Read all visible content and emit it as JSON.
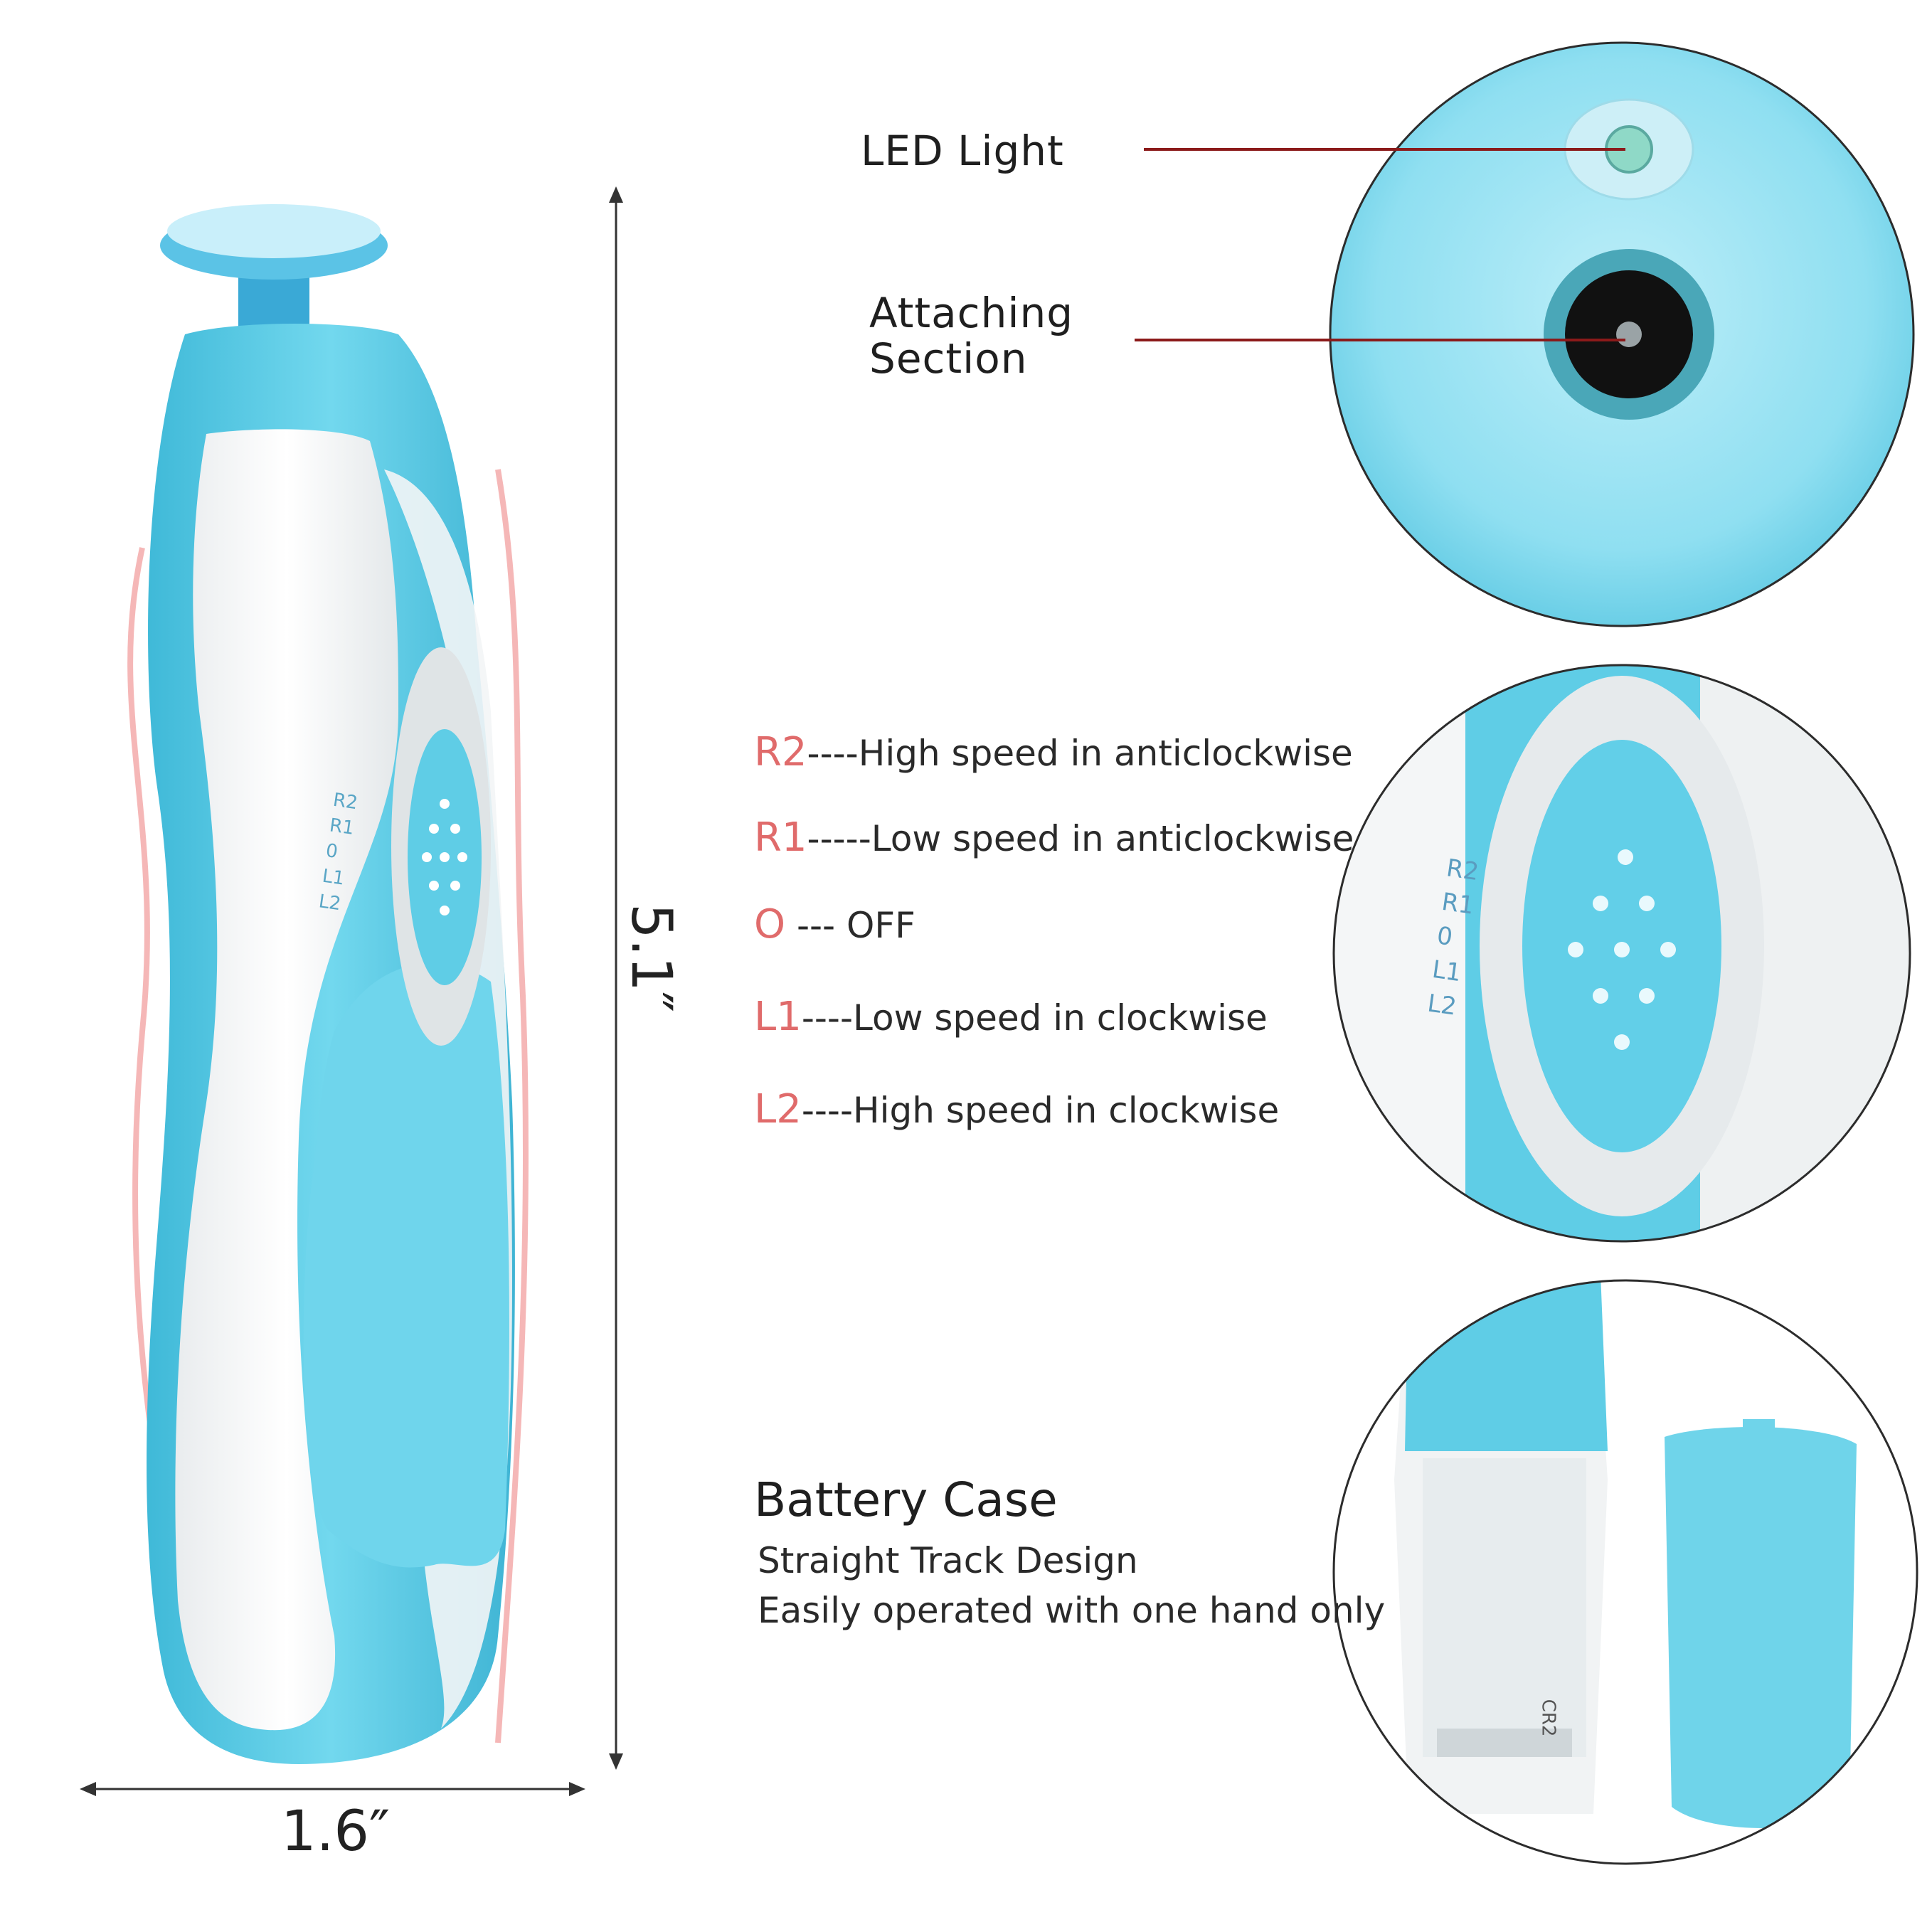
{
  "callouts": {
    "led": "LED Light",
    "attaching_line1": "Attaching",
    "attaching_line2": "Section"
  },
  "modes": [
    {
      "code": "R2",
      "sep": "----",
      "desc": "High speed in anticlockwise"
    },
    {
      "code": "R1",
      "sep": "-----",
      "desc": "Low speed  in anticlockwise"
    },
    {
      "code": "O",
      "sep": " --- ",
      "desc": "OFF"
    },
    {
      "code": "L1",
      "sep": "----",
      "desc": "Low speed  in clockwise"
    },
    {
      "code": "L2",
      "sep": "----",
      "desc": "High speed  in clockwise"
    }
  ],
  "device_switch_labels": [
    "R2",
    "R1",
    "0",
    "L1",
    "L2"
  ],
  "battery": {
    "title": "Battery Case",
    "line1": "Straight Track Design",
    "line2": "Easily operated with one hand only"
  },
  "battery_marks": [
    "CR2"
  ],
  "dimensions": {
    "height": "5.1″",
    "width": "1.6″"
  },
  "colors": {
    "body_blue": "#5fcde6",
    "body_white": "#f6f7f8",
    "accent_red": "#e06b6b",
    "leader_line": "#8b1a1a"
  }
}
